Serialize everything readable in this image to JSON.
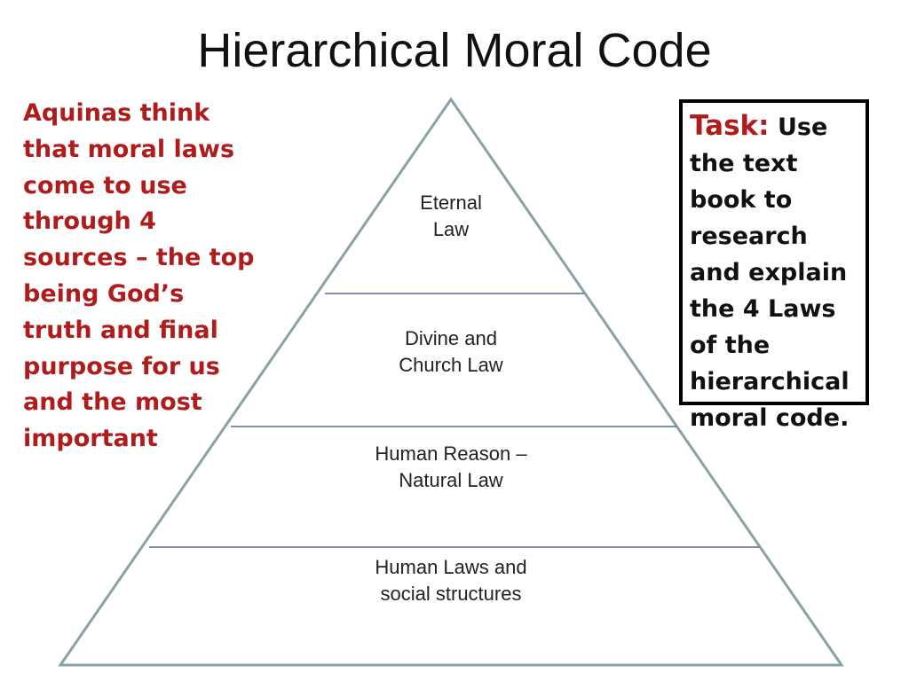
{
  "slide": {
    "title": "Hierarchical Moral Code",
    "left_note": "Aquinas think\nthat moral laws\ncome to use\nthrough 4\nsources – the top\nbeing God’s\ntruth and final\npurpose for us\nand the most\nimportant",
    "task": {
      "label": "Task:",
      "body": " Use\nthe text\nbook to\nresearch\nand explain\nthe 4 Laws\nof the\nhierarchical\nmoral code."
    }
  },
  "pyramid": {
    "tiers": [
      {
        "label": "Eternal\nLaw"
      },
      {
        "label": "Divine and\nChurch Law"
      },
      {
        "label": "Human Reason –\nNatural Law"
      },
      {
        "label": "Human Laws and\nsocial structures"
      }
    ]
  },
  "colors": {
    "note_red": "#b01c1c",
    "pyramid_outline": "#8ca0a8",
    "divider": "#5a6a90"
  }
}
